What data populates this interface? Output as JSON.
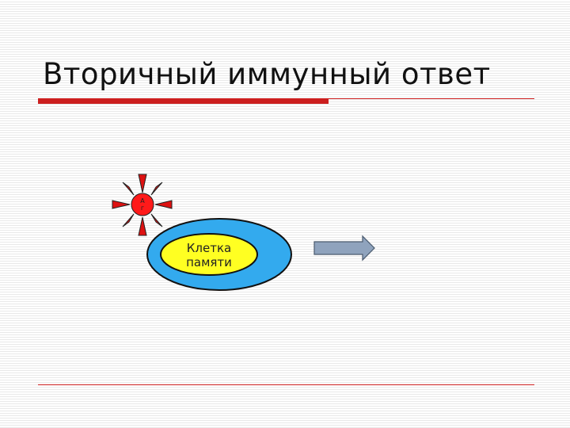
{
  "slide": {
    "title": "Вторичный иммунный ответ"
  },
  "diagram": {
    "antigen": {
      "label_line1": "А",
      "label_line2": "г",
      "fill_color": "#ff1a1a",
      "ray_color": "#dd1111"
    },
    "memory_cell": {
      "label_line1": "Клетка",
      "label_line2": "памяти",
      "outer_color": "#33aaee",
      "inner_color": "#ffff22"
    },
    "arrow": {
      "color": "#8fa3bd"
    }
  },
  "colors": {
    "accent_rule": "#cc1f1f"
  }
}
